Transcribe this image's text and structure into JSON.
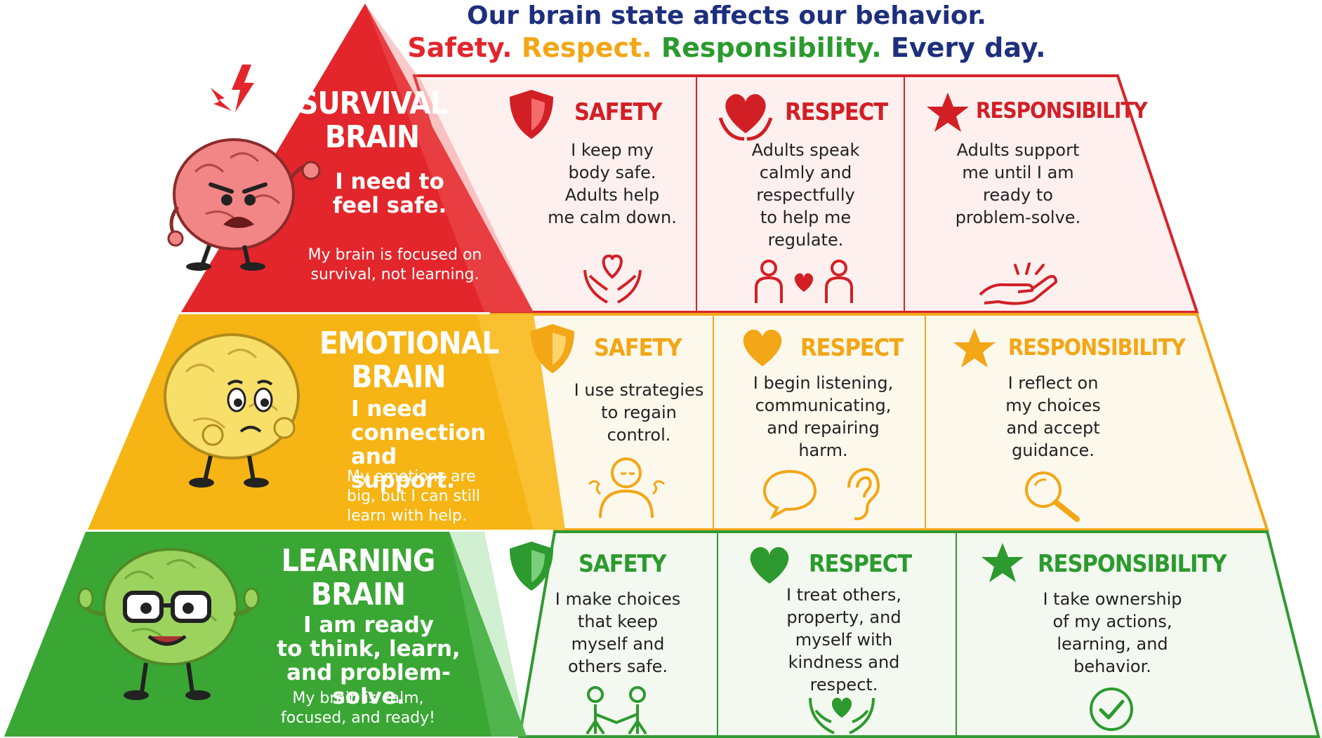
{
  "header": {
    "line1": "Our brain state affects our behavior.",
    "line2": {
      "safety": "Safety.",
      "respect": "Respect.",
      "responsibility": "Responsibility.",
      "every_day": "Every day."
    }
  },
  "colors": {
    "survival": "#e3262b",
    "emotional": "#f6b515",
    "learning": "#3aa634",
    "navy": "#1e2f7e"
  },
  "levels": {
    "survival": {
      "name_line1": "SURVIVAL",
      "name_line2": "BRAIN",
      "need_line1": "I need to",
      "need_line2": "feel safe.",
      "state_line1": "My brain is focused on",
      "state_line2": "survival, not learning.",
      "safety": {
        "title": "SAFETY",
        "lines": [
          "I keep my",
          "body safe.",
          "Adults help",
          "me calm down."
        ]
      },
      "respect": {
        "title": "RESPECT",
        "lines": [
          "Adults speak",
          "calmly and",
          "respectfully",
          "to help me",
          "regulate."
        ]
      },
      "responsibility": {
        "title": "RESPONSIBILITY",
        "lines": [
          "Adults support",
          "me until I am",
          "ready to",
          "problem-solve."
        ]
      }
    },
    "emotional": {
      "name_line1": "EMOTIONAL",
      "name_line2": "BRAIN",
      "need_line1": "I need",
      "need_line2": "connection",
      "need_line3": "and support.",
      "state_line1": "My emotions are",
      "state_line2": "big, but I can still",
      "state_line3": "learn with help.",
      "safety": {
        "title": "SAFETY",
        "lines": [
          "I use strategies",
          "to regain",
          "control."
        ]
      },
      "respect": {
        "title": "RESPECT",
        "lines": [
          "I begin listening,",
          "communicating,",
          "and repairing",
          "harm."
        ]
      },
      "responsibility": {
        "title": "RESPONSIBILITY",
        "lines": [
          "I reflect on",
          "my choices",
          "and accept",
          "guidance."
        ]
      }
    },
    "learning": {
      "name_line1": "LEARNING",
      "name_line2": "BRAIN",
      "need_line1": "I am ready",
      "need_line2": "to think, learn,",
      "need_line3": "and problem-solve.",
      "state_line1": "My brain is calm,",
      "state_line2": "focused, and ready!",
      "safety": {
        "title": "SAFETY",
        "lines": [
          "I make choices",
          "that keep",
          "myself and",
          "others safe."
        ]
      },
      "respect": {
        "title": "RESPECT",
        "lines": [
          "I treat others,",
          "property, and",
          "myself with",
          "kindness and",
          "respect."
        ]
      },
      "responsibility": {
        "title": "RESPONSIBILITY",
        "lines": [
          "I take ownership",
          "of my actions,",
          "learning, and",
          "behavior."
        ]
      }
    }
  },
  "icons": {
    "survival": [
      "angry-brain-icon",
      "lightning-icon",
      "shield-icon",
      "heart-in-hands-icon",
      "adults-with-heart-icon",
      "heart-hands-icon",
      "star-icon",
      "helping-hand-icon"
    ],
    "emotional": [
      "worried-brain-icon",
      "shield-icon",
      "calm-breathing-icon",
      "heart-icon",
      "speech-bubble-icon",
      "ear-icon",
      "star-icon",
      "magnifier-icon"
    ],
    "learning": [
      "happy-brain-icon",
      "shield-icon",
      "holding-hands-icon",
      "heart-icon",
      "heart-hands-icon",
      "star-icon",
      "check-circle-icon"
    ]
  }
}
